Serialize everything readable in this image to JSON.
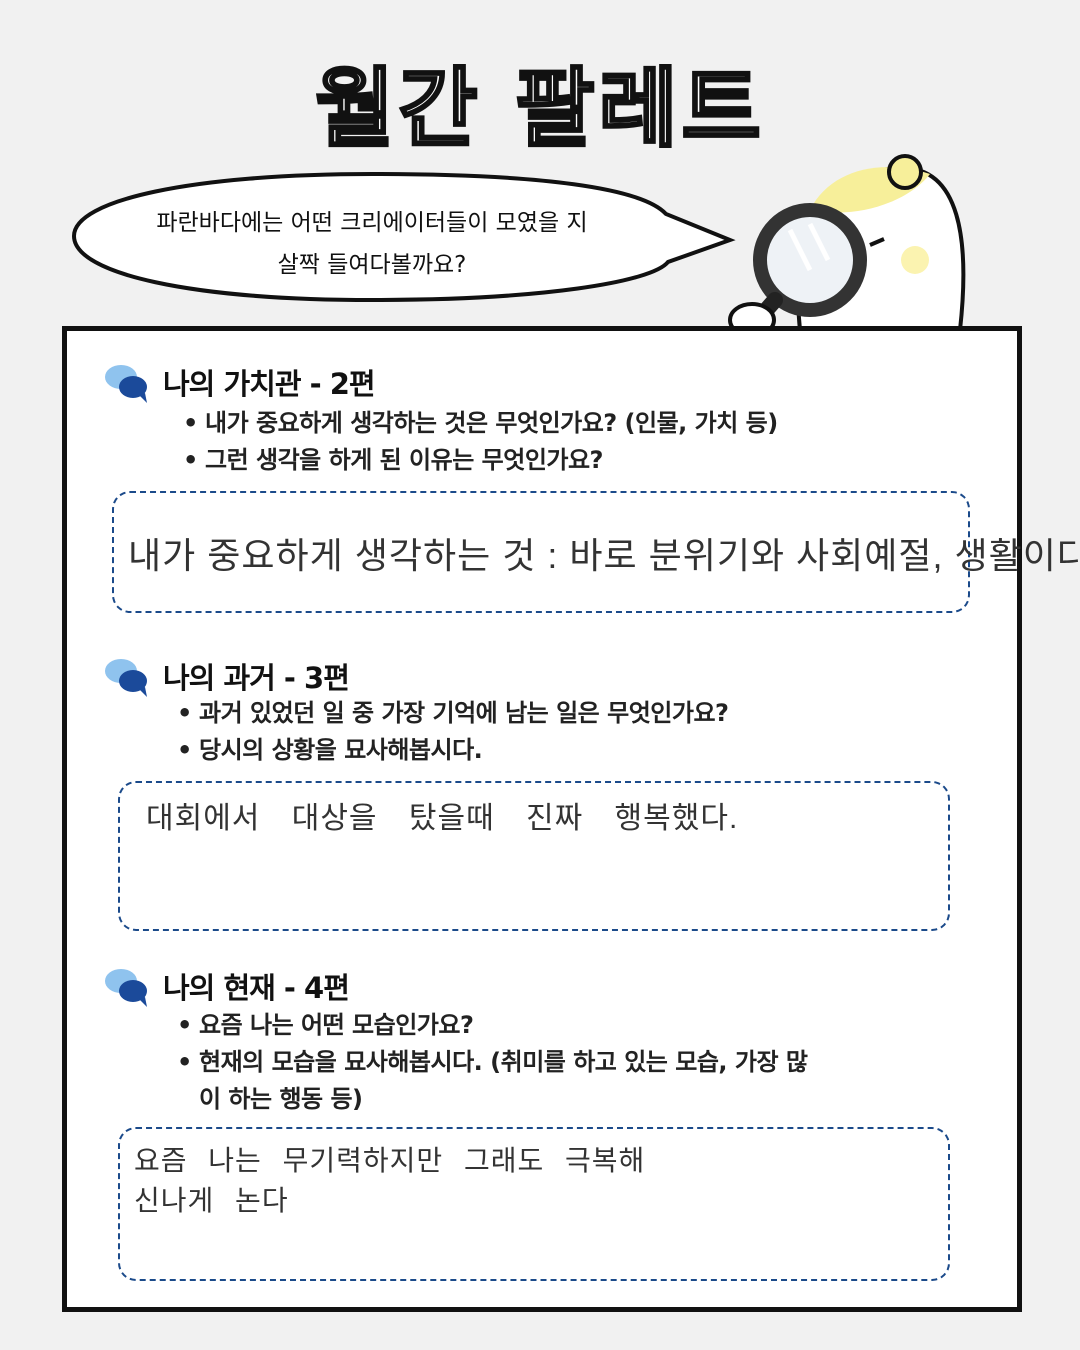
{
  "title": "월간 팔레트",
  "bubble": {
    "line1": "파란바다에는 어떤 크리에이터들이 모였을 지",
    "line2": "살짝 들여다볼까요?"
  },
  "sections": [
    {
      "heading": "나의 가치관 - 2편",
      "bullets": [
        "내가 중요하게 생각하는 것은 무엇인가요? (인물, 가치 등)",
        "그런 생각을 하게 된 이유는 무엇인가요?"
      ],
      "answer": [
        "내가 중요하게 생각하는 것 : 바로 분위기와 사회예절, 생활이다."
      ]
    },
    {
      "heading": "나의 과거 - 3편",
      "bullets": [
        "과거 있었던 일 중 가장 기억에 남는 일은 무엇인가요?",
        "당시의 상황을 묘사해봅시다."
      ],
      "answer": [
        "대회에서 대상을 탔을때 진짜 행복했다."
      ]
    },
    {
      "heading": "나의 현재 - 4편",
      "bullets": [
        "요즘 나는 어떤 모습인가요?",
        "현재의 모습을 묘사해봅시다. (취미를 하고 있는 모습, 가장 많",
        "이 하는 행동 등)"
      ],
      "answer": [
        "요즘 나는 무기력하지만 그래도 극복해",
        "신나게 논다"
      ]
    }
  ],
  "colors": {
    "accent": "#1b4a8a",
    "background": "#f1f1f1",
    "character": "#f7ef9a"
  }
}
